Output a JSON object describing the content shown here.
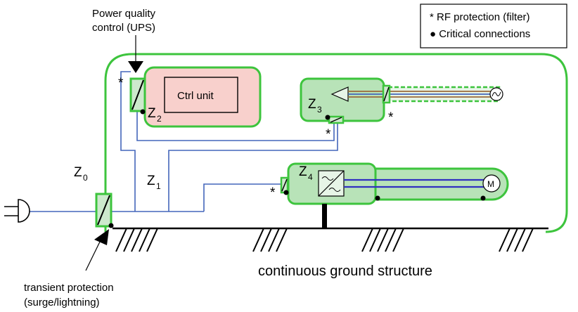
{
  "legend": {
    "rf_protection": "* RF protection (filter)",
    "critical_connections": "● Critical connections"
  },
  "labels": {
    "ups_line1": "Power quality",
    "ups_line2": "control (UPS)",
    "ctrl_unit": "Ctrl unit",
    "ground": "continuous ground structure",
    "transient_line1": "transient protection",
    "transient_line2": "(surge/lightning)",
    "rf_star": "*",
    "motor": "M"
  },
  "zones": {
    "z0": {
      "letter": "Z",
      "sub": "0"
    },
    "z1": {
      "letter": "Z",
      "sub": "1"
    },
    "z2": {
      "letter": "Z",
      "sub": "2"
    },
    "z3": {
      "letter": "Z",
      "sub": "3"
    },
    "z4": {
      "letter": "Z",
      "sub": "4"
    }
  },
  "colors": {
    "zone_border": "#3dc43d",
    "ctrl_fill": "#f8d0cc",
    "module_fill": "#b8e3b8",
    "wire": "#4466bb",
    "cable_brown": "#9a6a3a",
    "ground": "#000000"
  }
}
